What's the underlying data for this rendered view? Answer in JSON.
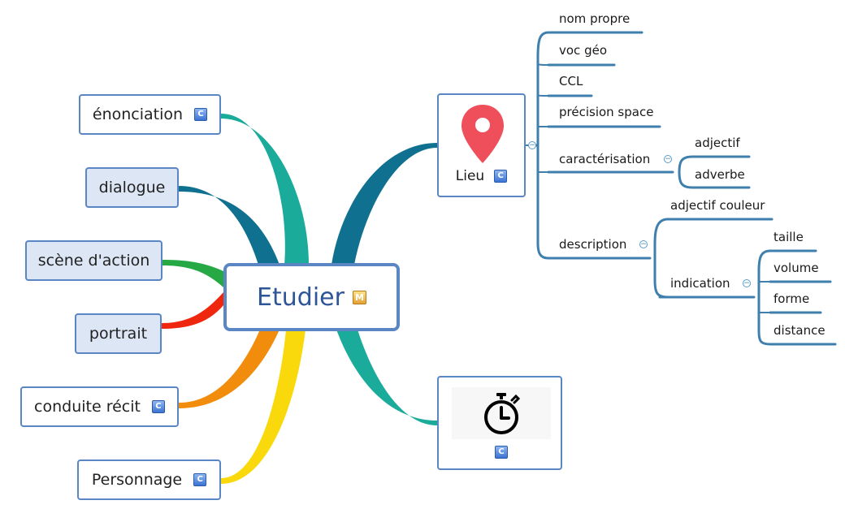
{
  "central": {
    "label": "Etudier",
    "badge": "M"
  },
  "left_nodes": [
    {
      "id": "enonciation",
      "label": "énonciation",
      "badge": "C"
    },
    {
      "id": "dialogue",
      "label": "dialogue"
    },
    {
      "id": "scene-action",
      "label": "scène d'action"
    },
    {
      "id": "portrait",
      "label": "portrait"
    },
    {
      "id": "conduite-recit",
      "label": "conduite récit",
      "badge": "C"
    },
    {
      "id": "personnage",
      "label": "Personnage",
      "badge": "C"
    }
  ],
  "lieu": {
    "label": "Lieu",
    "badge": "C",
    "icon": "map-pin-icon",
    "children": [
      "nom propre",
      "voc géo",
      "CCL",
      "précision space",
      "caractérisation",
      "description"
    ],
    "caracterisation_children": [
      "adjectif",
      "adverbe"
    ],
    "description_children": [
      "adjectif couleur",
      "indication"
    ],
    "indication_children": [
      "taille",
      "volume",
      "forme",
      "distance"
    ]
  },
  "timer_node": {
    "badge": "C",
    "icon": "stopwatch-icon"
  },
  "collapse_glyph": "−",
  "colors": {
    "node_border": "#5b86c4",
    "node_fill": "#dce6f4",
    "central_text": "#2e5597",
    "topic_line": "#3f7fae",
    "pin": "#ef4f5a",
    "branch_teal": "#1aab9b",
    "branch_petrol": "#0f7090",
    "branch_green": "#26a845",
    "branch_red": "#f0270f",
    "branch_orange": "#f28c0c",
    "branch_yellow": "#f9d90b"
  }
}
